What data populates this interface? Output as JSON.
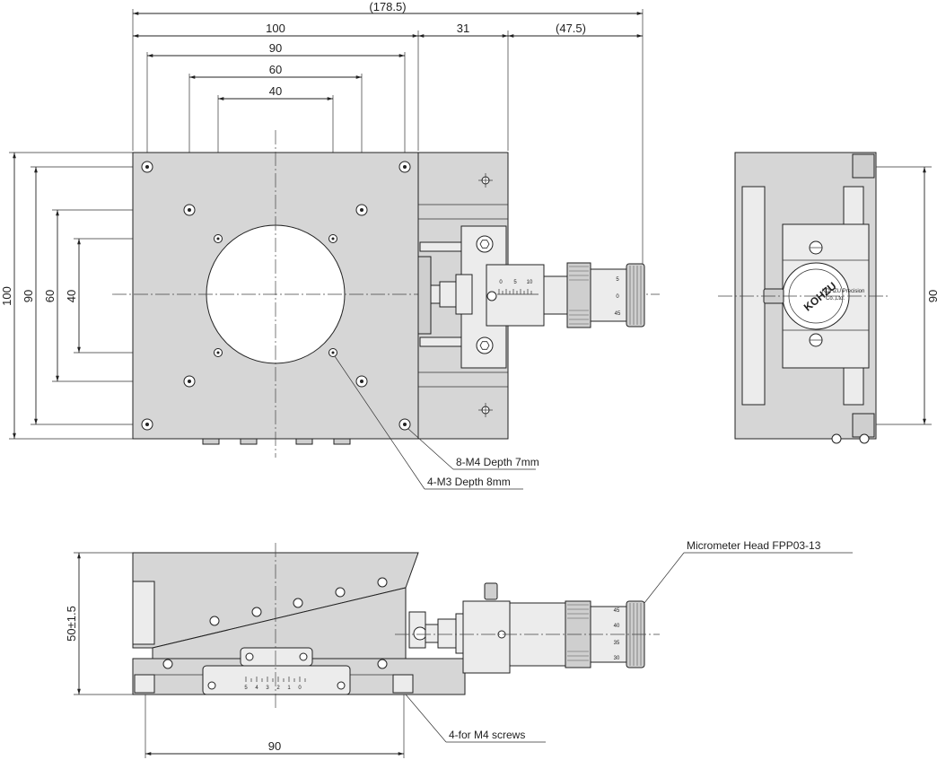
{
  "top_view": {
    "dimensions": {
      "overall": "(178.5)",
      "width_100": "100",
      "width_31": "31",
      "width_47_5": "(47.5)",
      "hole_90": "90",
      "hole_60": "60",
      "hole_40": "40"
    },
    "vertical_dimensions": {
      "h_100": "100",
      "h_90": "90",
      "h_60": "60",
      "h_40": "40"
    },
    "notes": {
      "m4": "8-M4 Depth 7mm",
      "m3": "4-M3 Depth 8mm"
    },
    "micrometer_scale": [
      "0",
      "5",
      "10"
    ],
    "thimble_scale": [
      "0",
      "5",
      "45"
    ]
  },
  "side_view": {
    "height_90": "90",
    "brand_text": "KOHZU",
    "brand_sub": [
      "KOHZU Precision",
      "Co.,Ltd."
    ]
  },
  "front_view": {
    "height_dim": "50±1.5",
    "width_90": "90",
    "note_screws": "4-for M4 screws",
    "micrometer_label": "Micrometer Head FPP03-13",
    "scale_numbers": [
      "5",
      "4",
      "3",
      "2",
      "1",
      "0"
    ],
    "thimble_scale": [
      "45",
      "40",
      "35",
      "30"
    ]
  }
}
